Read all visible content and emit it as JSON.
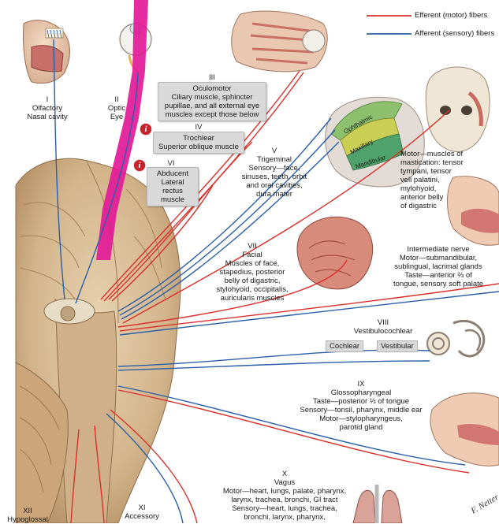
{
  "legend": {
    "efferent": "Efferent (motor) fibers",
    "afferent": "Afferent (sensory) fibers",
    "colors": {
      "efferent": "#d9302c",
      "afferent": "#2a5ea8"
    }
  },
  "nerves": {
    "olfactory": {
      "numeral": "I",
      "name": "Olfactory",
      "detail": "Nasal cavity"
    },
    "optic": {
      "numeral": "II",
      "name": "Optic",
      "detail": "Eye"
    },
    "oculomotor": {
      "numeral": "III",
      "name": "Oculomotor",
      "lines": [
        "Ciliary muscle, sphincter",
        "pupillae, and all external eye",
        "muscles except those below"
      ]
    },
    "trochlear": {
      "numeral": "IV",
      "name": "Trochlear",
      "detail": "Superior oblique muscle"
    },
    "abducent": {
      "numeral": "VI",
      "name": "Abducent",
      "detail1": "Lateral rectus",
      "detail2": "muscle"
    },
    "trigeminal": {
      "numeral": "V",
      "name": "Trigeminal",
      "lines": [
        "Sensory—face,",
        "sinuses, teeth, orbit",
        "and oral cavities,",
        "dura mater"
      ],
      "branches": [
        "Ophthalmic",
        "Maxillary",
        "Mandibular"
      ],
      "motor": [
        "Motor—muscles of",
        "mastication: tensor",
        "tympani, tensor",
        "veli palatini,",
        "mylohyoid,",
        "anterior belly",
        "of digastric"
      ]
    },
    "facial": {
      "numeral": "VII",
      "name": "Facial",
      "lines": [
        "Muscles of face,",
        "stapedius, posterior",
        "belly of digastric,",
        "stylohyoid, occipitalis,",
        "auricularis muscles"
      ],
      "intermediate": [
        "Intermediate nerve",
        "Motor—submandibular,",
        "sublingual, lacrimal glands",
        "Taste—anterior ⅔ of",
        "tongue, sensory soft palate"
      ]
    },
    "vestibulocochlear": {
      "numeral": "VIII",
      "name": "Vestibulocochlear",
      "cochlear": "Cochlear",
      "vestibular": "Vestibular"
    },
    "glossopharyngeal": {
      "numeral": "IX",
      "name": "Glossopharyngeal",
      "lines": [
        "Taste—posterior ⅓ of tongue",
        "Sensory—tonsil, pharynx, middle ear",
        "Motor—stylopharyngeus,",
        "parotid gland"
      ]
    },
    "vagus": {
      "numeral": "X",
      "name": "Vagus",
      "lines": [
        "Motor—heart, lungs, palate, pharynx,",
        "larynx, trachea, bronchi, GI tract",
        "Sensory—heart, lungs, trachea,",
        "bronchi, larynx, pharynx,"
      ]
    },
    "accessory": {
      "numeral": "XI",
      "name": "Accessory"
    },
    "hypoglossal": {
      "numeral": "XII",
      "name": "Hypoglossal"
    }
  },
  "signature": "F. Netter"
}
